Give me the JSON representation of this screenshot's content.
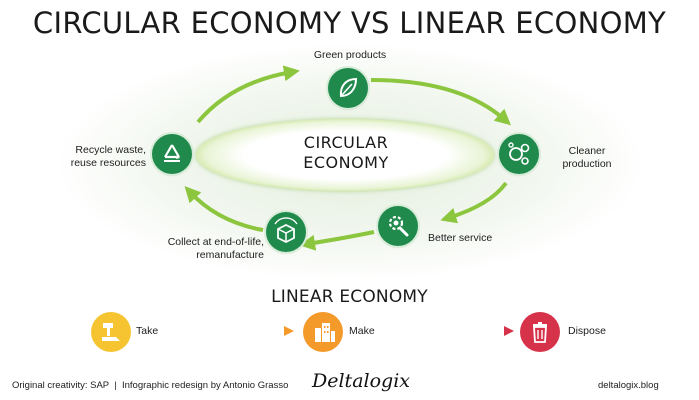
{
  "title": "CIRCULAR ECONOMY VS LINEAR ECONOMY",
  "circular": {
    "center_line1": "CIRCULAR",
    "center_line2": "ECONOMY",
    "steps": {
      "green_products": "Green products",
      "cleaner_line1": "Cleaner",
      "cleaner_line2": "production",
      "better_service": "Better service",
      "collect_line1": "Collect at end-of-life,",
      "collect_line2": "remanufacture",
      "recycle_line1": "Recycle waste,",
      "recycle_line2": "reuse resources"
    }
  },
  "linear": {
    "title": "LINEAR ECONOMY",
    "take": "Take",
    "make": "Make",
    "dispose": "Dispose"
  },
  "footer": {
    "credit": "Original creativity: SAP  |  Infographic redesign by Antonio Grasso",
    "logo": "Deltalogix",
    "site": "deltalogix.blog"
  },
  "colors": {
    "node_green": "#1f8a4c",
    "arrow_green": "#8cc63e",
    "take_yellow": "#f6c331",
    "make_orange": "#f39a2b",
    "dispose_red": "#d6334a"
  },
  "icons": [
    "leaf-icon",
    "bubbles-icon",
    "gear-wrench-icon",
    "box-recycle-icon",
    "recycle-icon",
    "hammer-hand-icon",
    "factory-icon",
    "trash-icon"
  ]
}
